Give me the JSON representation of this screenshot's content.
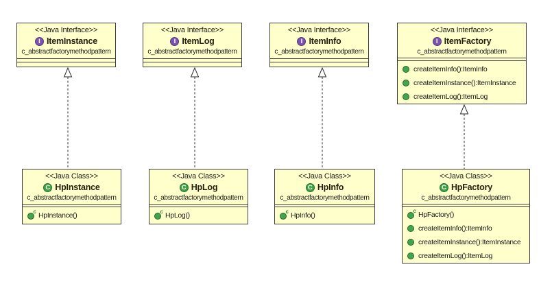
{
  "diagram": {
    "interface_stereotype": "<<Java Interface>>",
    "class_stereotype": "<<Java Class>>",
    "package": "c_abstractfactorymethodpattern",
    "interface_icon_letter": "I",
    "class_icon_letter": "C",
    "constructor_icon_letter": "c",
    "interfaces": [
      {
        "name": "ItemInstance",
        "methods": []
      },
      {
        "name": "ItemLog",
        "methods": []
      },
      {
        "name": "ItemInfo",
        "methods": []
      },
      {
        "name": "ItemFactory",
        "methods": [
          "createItemInfo():ItemInfo",
          "createItemInstance():ItemInstance",
          "createItemLog():ItemLog"
        ]
      }
    ],
    "classes": [
      {
        "name": "HpInstance",
        "constructors": [
          "HpInstance()"
        ],
        "methods": []
      },
      {
        "name": "HpLog",
        "constructors": [
          "HpLog()"
        ],
        "methods": []
      },
      {
        "name": "HpInfo",
        "constructors": [
          "HpInfo()"
        ],
        "methods": []
      },
      {
        "name": "HpFactory",
        "constructors": [
          "HpFactory()"
        ],
        "methods": [
          "createItemInfo():ItemInfo",
          "createItemInstance():ItemInstance",
          "createItemLog():ItemLog"
        ]
      }
    ],
    "relationships": [
      {
        "type": "realization",
        "from": "HpInstance",
        "to": "ItemInstance"
      },
      {
        "type": "realization",
        "from": "HpLog",
        "to": "ItemLog"
      },
      {
        "type": "realization",
        "from": "HpInfo",
        "to": "ItemInfo"
      },
      {
        "type": "realization",
        "from": "HpFactory",
        "to": "ItemFactory"
      }
    ],
    "colors": {
      "box_fill": "#FFFFCC",
      "box_border": "#3B3B3B",
      "interface_icon_bg": "#7B52AE",
      "class_icon_bg": "#3FA044",
      "method_icon": "#44A34C",
      "background": "#FFFFFF"
    }
  }
}
